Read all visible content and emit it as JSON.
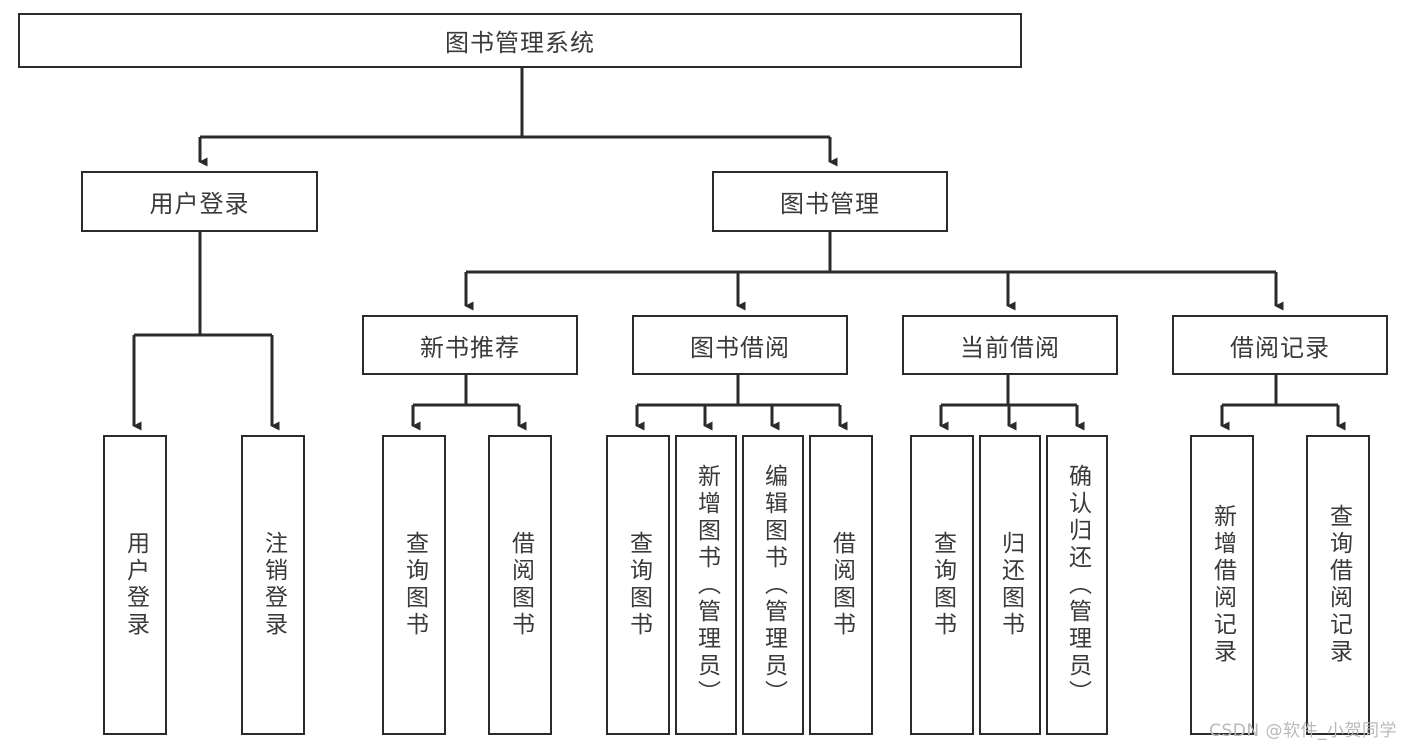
{
  "diagram": {
    "title": "图书管理系统",
    "type": "hierarchy-tree",
    "watermark": "CSDN @软件_小贺同学",
    "colors": {
      "stroke": "#2b2b2b",
      "text": "#3a3a3a",
      "background": "#ffffff",
      "watermark": "#b9b9b9"
    },
    "nodes": {
      "root": {
        "label": "图书管理系统"
      },
      "level2": [
        {
          "id": "user-login",
          "label": "用户登录"
        },
        {
          "id": "book-management",
          "label": "图书管理"
        }
      ],
      "level3": [
        {
          "id": "new-book-recommend",
          "label": "新书推荐"
        },
        {
          "id": "book-borrow",
          "label": "图书借阅"
        },
        {
          "id": "current-borrow",
          "label": "当前借阅"
        },
        {
          "id": "borrow-record",
          "label": "借阅记录"
        }
      ],
      "leaves": {
        "user-login": [
          {
            "id": "leaf-user-login",
            "label": "用户登录"
          },
          {
            "id": "leaf-user-logout",
            "label": "注销登录"
          }
        ],
        "new-book-recommend": [
          {
            "id": "leaf-query-book-1",
            "label": "查询图书"
          },
          {
            "id": "leaf-borrow-book-1",
            "label": "借阅图书"
          }
        ],
        "book-borrow": [
          {
            "id": "leaf-query-book-2",
            "label": "查询图书"
          },
          {
            "id": "leaf-add-book",
            "label": "新增图书（管理员）"
          },
          {
            "id": "leaf-edit-book",
            "label": "编辑图书（管理员）"
          },
          {
            "id": "leaf-borrow-book-2",
            "label": "借阅图书"
          }
        ],
        "current-borrow": [
          {
            "id": "leaf-query-book-3",
            "label": "查询图书"
          },
          {
            "id": "leaf-return-book",
            "label": "归还图书"
          },
          {
            "id": "leaf-confirm-return",
            "label": "确认归还（管理员）"
          }
        ],
        "borrow-record": [
          {
            "id": "leaf-add-record",
            "label": "新增借阅记录"
          },
          {
            "id": "leaf-query-record",
            "label": "查询借阅记录"
          }
        ]
      }
    }
  }
}
